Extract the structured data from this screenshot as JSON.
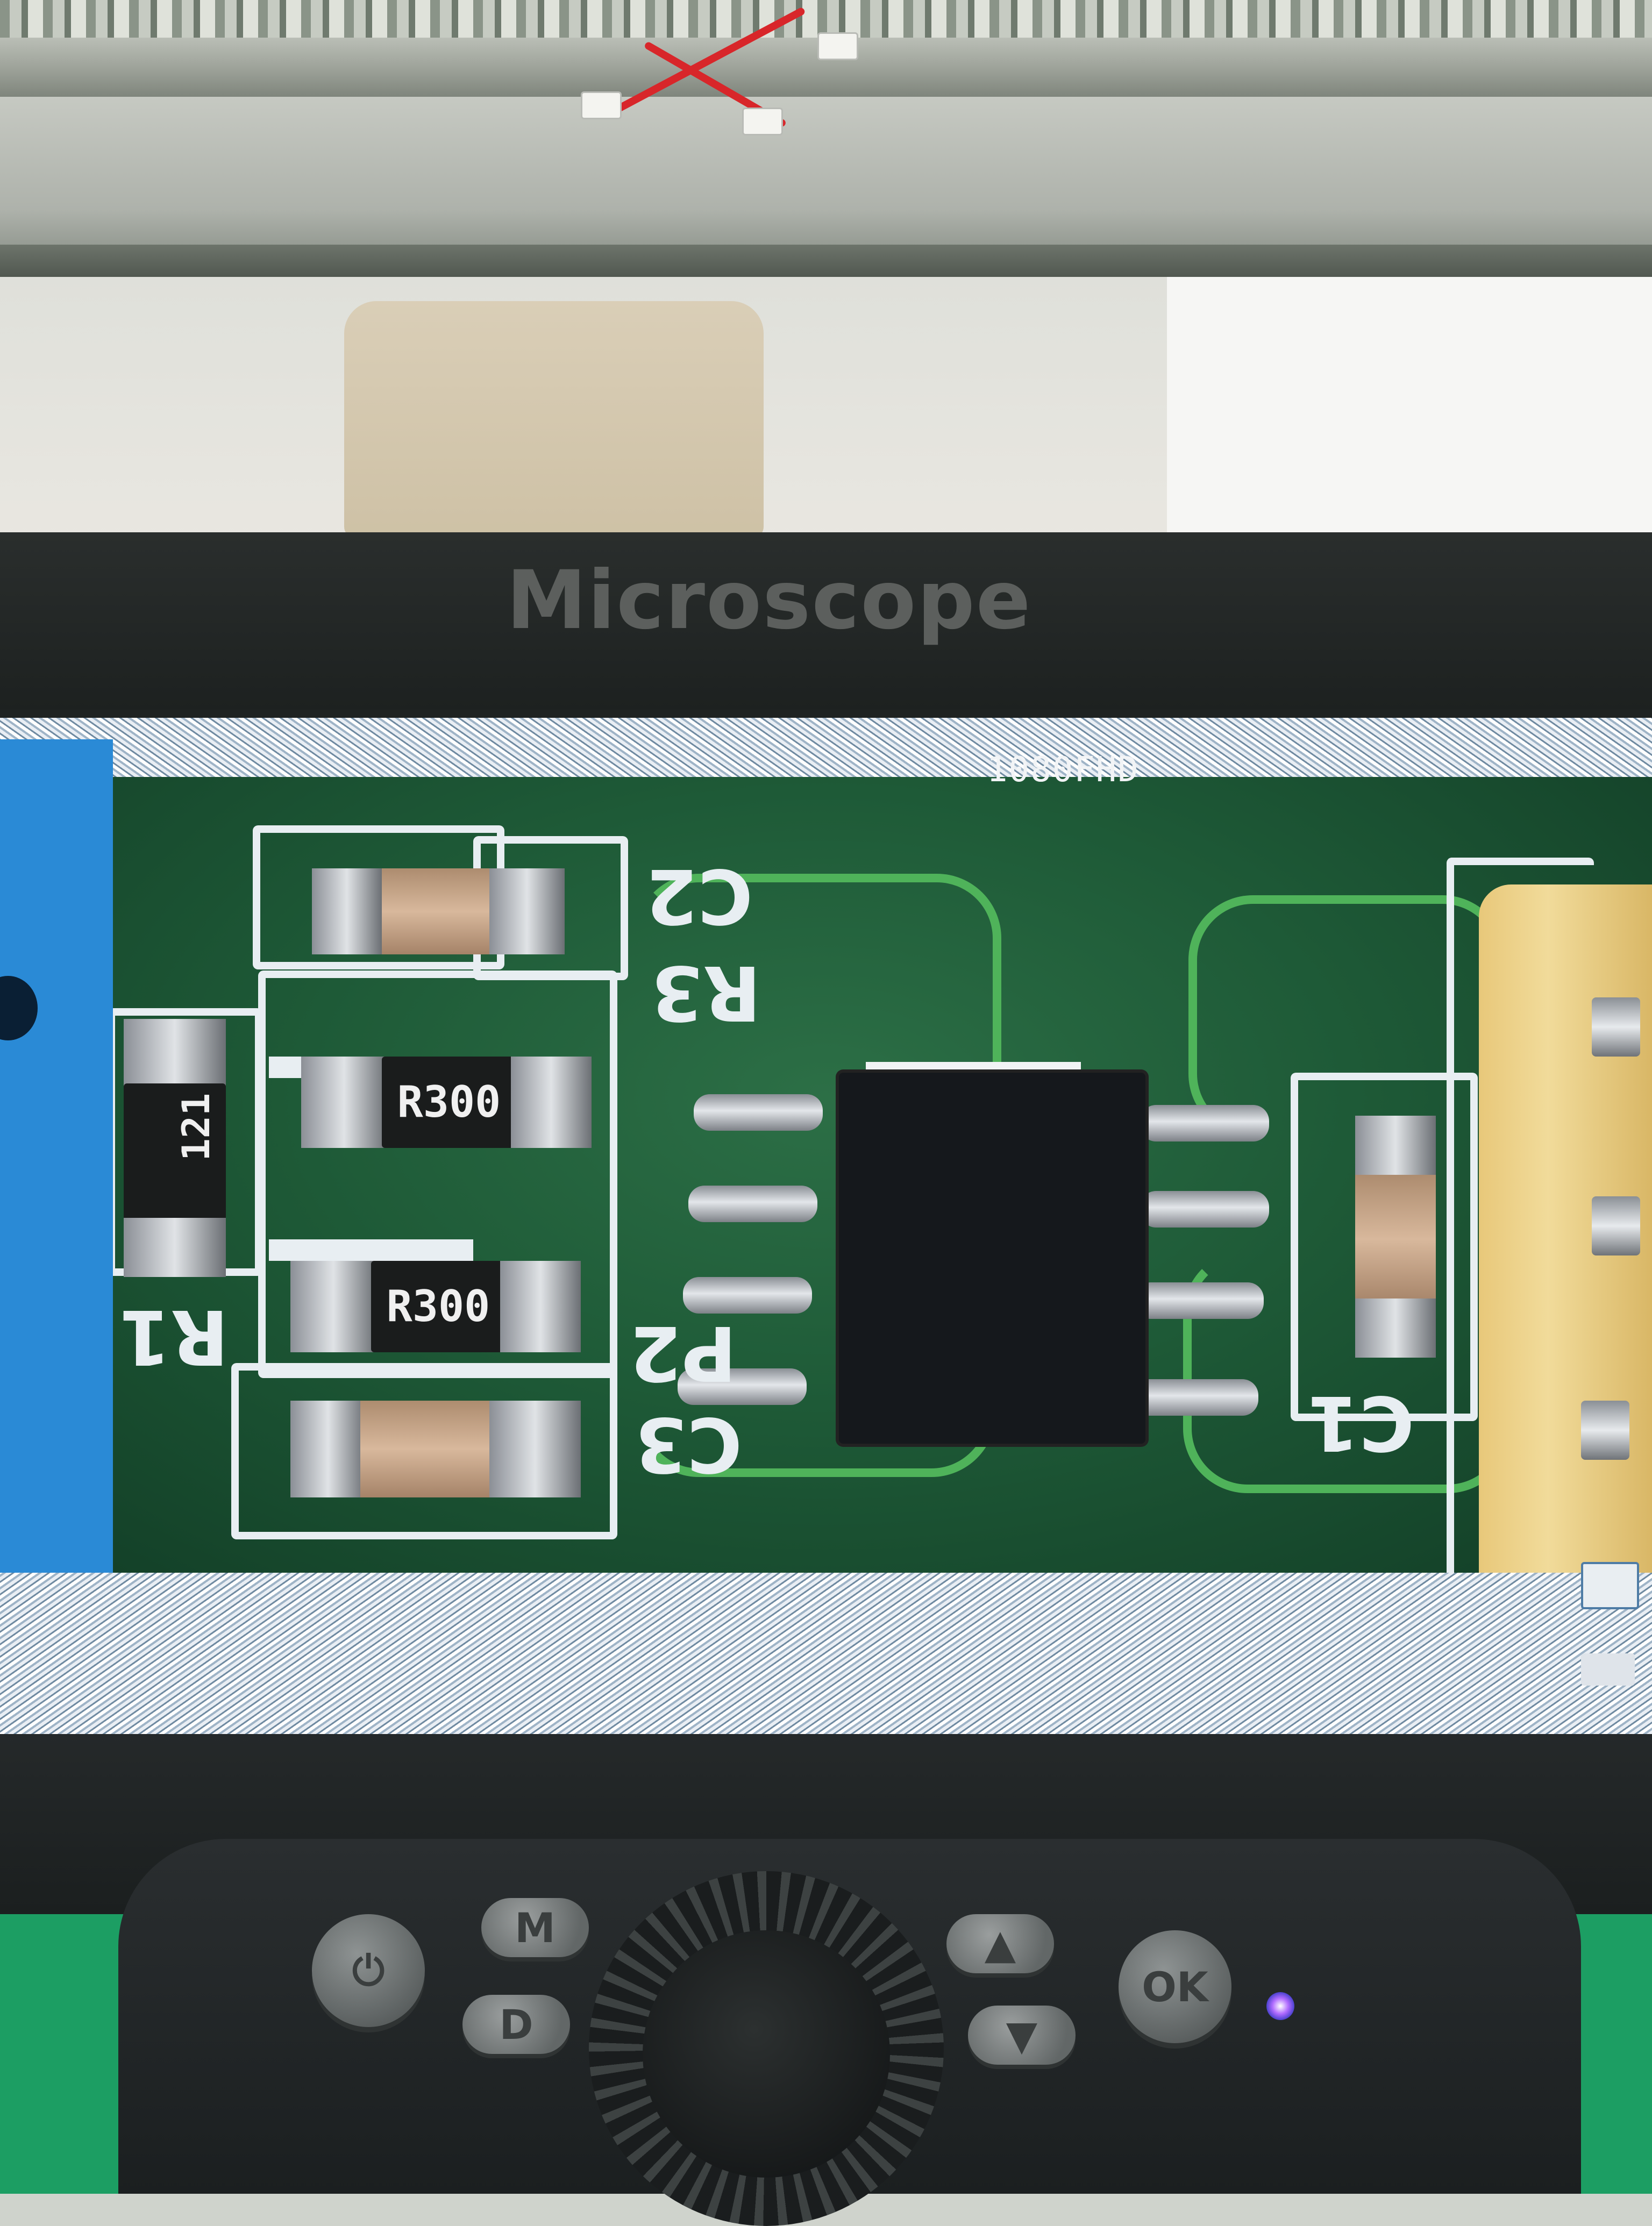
{
  "monitor": {
    "brand": "Microscope",
    "osd_resolution": "1080FHD"
  },
  "pcb": {
    "resistor_labels": [
      "R300",
      "R300",
      "121"
    ],
    "silkscreen": [
      "C2",
      "R3",
      "R1",
      "P2",
      "C3",
      "C1"
    ]
  },
  "controls": {
    "power_label": "⏻",
    "mode_label": "M",
    "delete_label": "D",
    "up_label": "▲",
    "down_label": "▼",
    "ok_label": "OK"
  }
}
